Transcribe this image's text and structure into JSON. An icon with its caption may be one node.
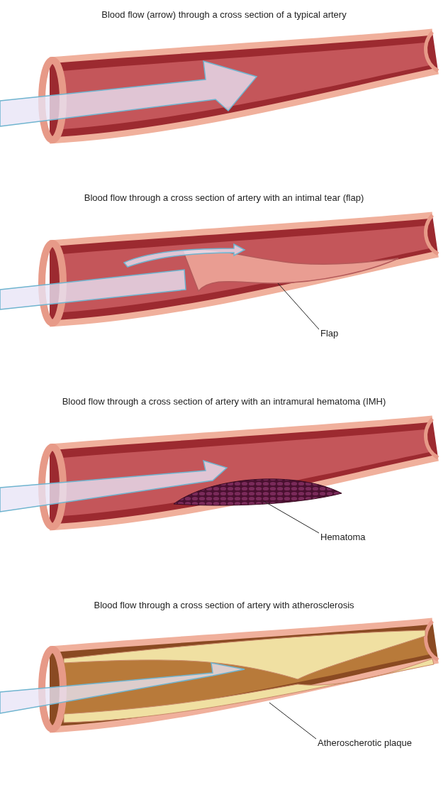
{
  "diagram": {
    "nodes": [
      {
        "text": [
          "Flap"
        ]
      },
      {
        "text": [],
        "shape": "picture"
      },
      {
        "text": [
          "Hematoma"
        ]
      },
      {
        "text": [],
        "shape": "picture"
      },
      {
        "text": [
          "Atheroscherotic plaque"
        ]
      },
      {
        "text": [],
        "shape": "picture"
      }
    ],
    "edges": [
      {
        "from": 0,
        "to": 1,
        "arrow": "none"
      },
      {
        "from": 2,
        "to": 3,
        "arrow": "none"
      },
      {
        "from": 4,
        "to": 5,
        "arrow": "none"
      }
    ],
    "labels": [
      "Blood flow (arrow) through a cross section of a typical artery",
      "Blood flow through a cross section of artery with an intimal tear (flap)",
      "Blood flow through a cross section of artery with an intramural hematoma (IMH)",
      "Blood flow through a cross section of artery with atherosclerosis"
    ]
  }
}
